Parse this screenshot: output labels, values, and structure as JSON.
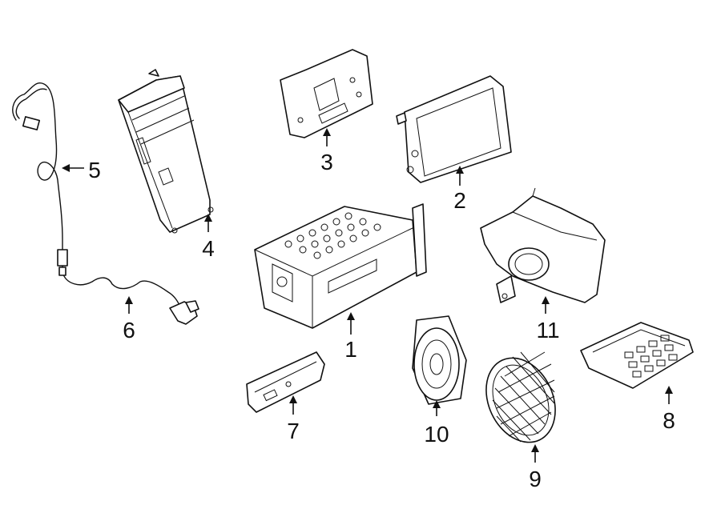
{
  "diagram": {
    "callouts": [
      {
        "id": "1",
        "label": "1"
      },
      {
        "id": "2",
        "label": "2"
      },
      {
        "id": "3",
        "label": "3"
      },
      {
        "id": "4",
        "label": "4"
      },
      {
        "id": "5",
        "label": "5"
      },
      {
        "id": "6",
        "label": "6"
      },
      {
        "id": "7",
        "label": "7"
      },
      {
        "id": "8",
        "label": "8"
      },
      {
        "id": "9",
        "label": "9"
      },
      {
        "id": "10",
        "label": "10"
      },
      {
        "id": "11",
        "label": "11"
      }
    ],
    "colors": {
      "ink": "#111111",
      "background": "#ffffff"
    }
  }
}
